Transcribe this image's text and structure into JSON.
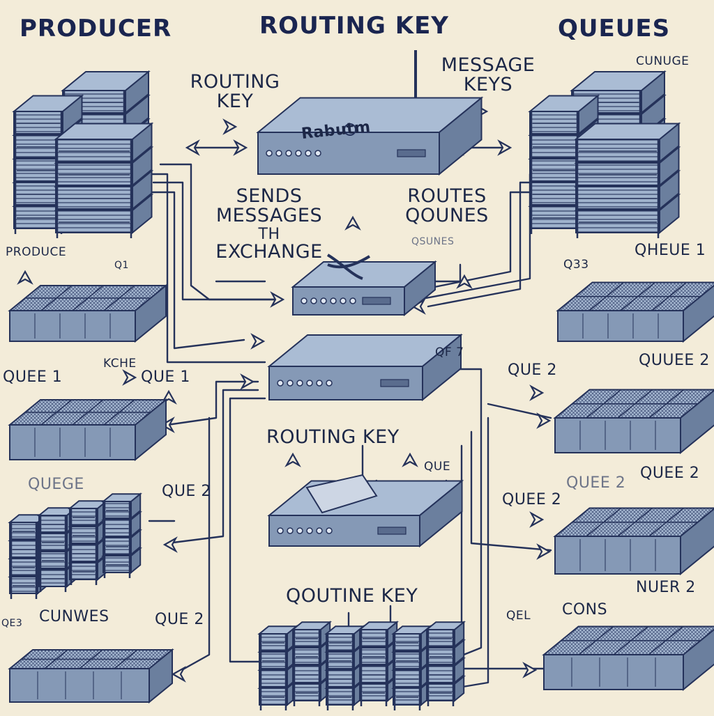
{
  "titles": {
    "producer": "PRODUCER",
    "routing_key": "ROUTING KEY",
    "queues": "QUEUES"
  },
  "labels": {
    "routing_key_top_1": "ROUTING",
    "routing_key_top_2": "KEY",
    "message_keys_1": "MESSAGE",
    "message_keys_2": "KEYS",
    "cunuge": "CUNUGE",
    "rabbit": "Rabutm",
    "sends_1": "SENDS",
    "sends_2": "MESSAGES",
    "sends_3": "TH",
    "sends_4": "EXCHANGE",
    "routes_1": "ROUTES",
    "routes_2": "QOUNES",
    "qsunes_faint": "QSUNES",
    "produce": "PRODUCE",
    "q1_small": "Q1",
    "q33": "Q33",
    "qheue_1": "QHEUE 1",
    "kche": "KCHE",
    "quee_1": "QUEE 1",
    "que_1": "QUE 1",
    "q7": "QF 7",
    "que_2_right": "QUE 2",
    "quuee_2": "QUUEE 2",
    "routing_key_mid": "ROUTING KEY",
    "que_small": "QUE",
    "quege": "QUEGE",
    "que_2_left_a": "QUE 2",
    "quee_2_a": "QUEE 2",
    "quee_2_b": "QUEE 2",
    "que_2_right_b": "QUEE 2",
    "qoutine_key": "QOUTINE KEY",
    "cunwes": "CUNWES",
    "qe3": "QE3",
    "que_2_left_b": "QUE 2",
    "qe_small": "QEL",
    "cons": "CONS",
    "nuer_2": "NUER 2"
  },
  "colors": {
    "background": "#f3ecd9",
    "ink": "#1c2747",
    "device_top": "#aabcd4",
    "device_front": "#8599b6",
    "device_side": "#6b7f9e",
    "line": "#25325a"
  }
}
